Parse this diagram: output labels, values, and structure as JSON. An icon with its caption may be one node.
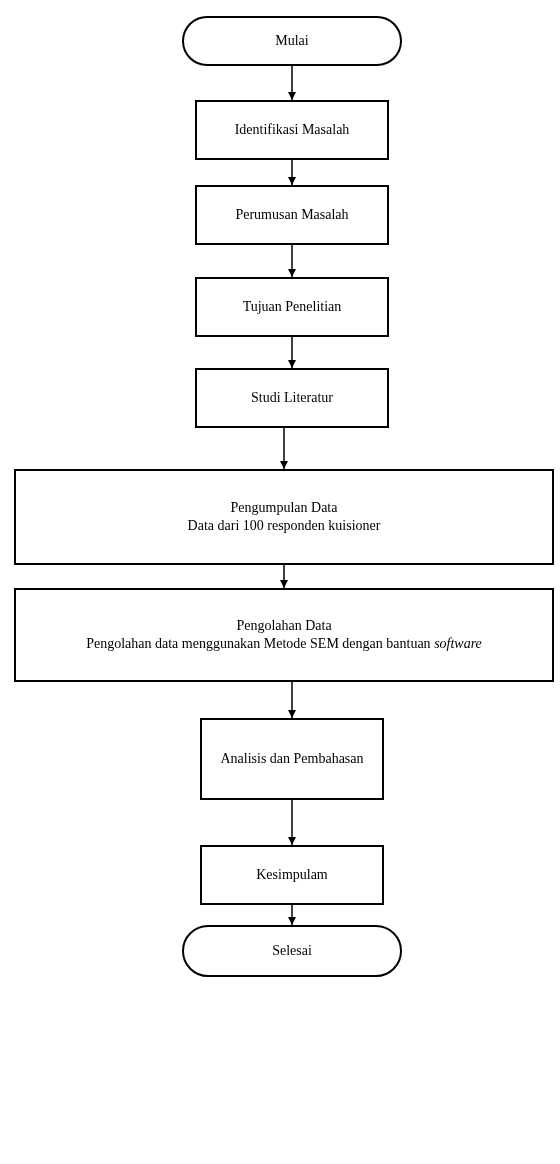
{
  "diagram": {
    "nodes": [
      {
        "text": [
          "Mulai"
        ]
      },
      {
        "text": [
          "Identifikasi Masalah"
        ]
      },
      {
        "text": [
          "Perumusan Masalah"
        ]
      },
      {
        "text": [
          "Tujuan Penelitian"
        ]
      },
      {
        "text": [
          "Studi Literatur"
        ]
      },
      {
        "text": [
          "Pengumpulan Data",
          "Data dari 100 responden kuisioner"
        ]
      },
      {
        "text": [
          "Pengolahan Data",
          "Pengolahan data menggunakan Metode SEM dengan bantuan *software*"
        ]
      },
      {
        "text": [
          "Analisis dan Pembahasan"
        ]
      },
      {
        "text": [
          "Kesimpulam"
        ]
      },
      {
        "text": [
          "Selesai"
        ]
      }
    ],
    "edges": [
      {
        "from": 0,
        "to": 1,
        "arrow": "to"
      },
      {
        "from": 1,
        "to": 2,
        "arrow": "to"
      },
      {
        "from": 2,
        "to": 3,
        "arrow": "to"
      },
      {
        "from": 3,
        "to": 4,
        "arrow": "to"
      },
      {
        "from": 4,
        "to": 5,
        "arrow": "to"
      },
      {
        "from": 5,
        "to": 6,
        "arrow": "to"
      },
      {
        "from": 6,
        "to": 7,
        "arrow": "to"
      },
      {
        "from": 7,
        "to": 8,
        "arrow": "to"
      },
      {
        "from": 8,
        "to": 9,
        "arrow": "to"
      }
    ]
  }
}
